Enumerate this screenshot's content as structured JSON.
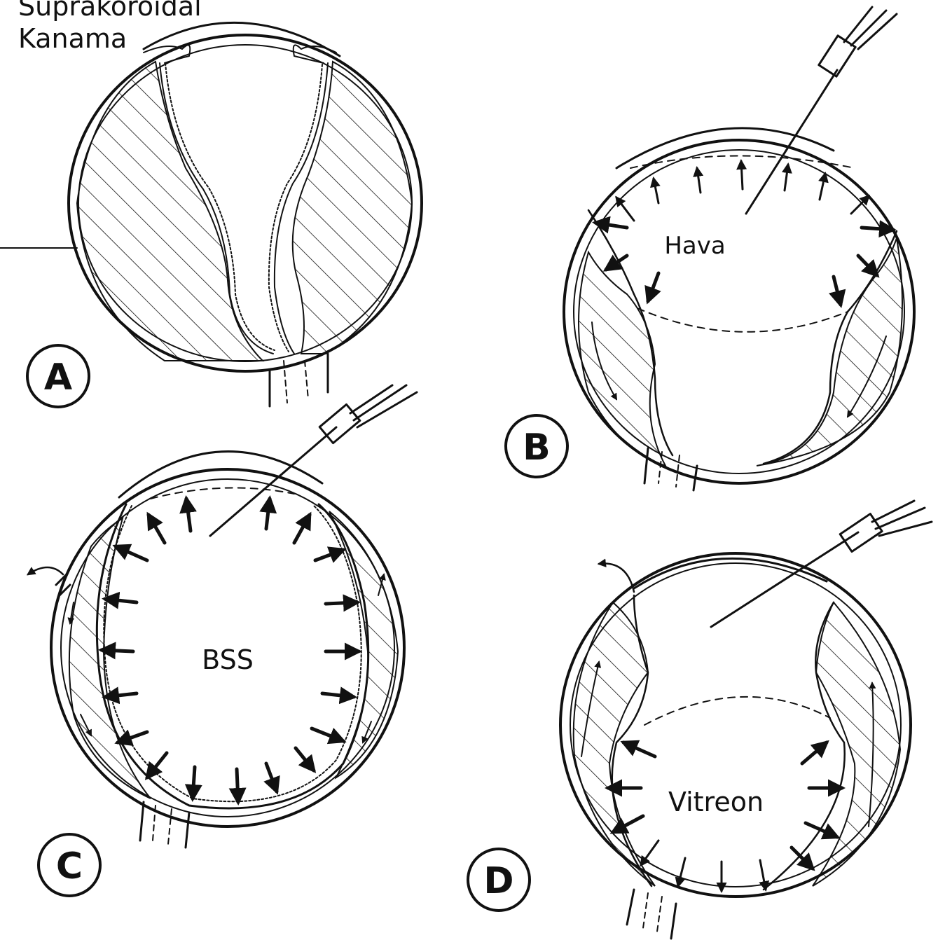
{
  "header_label": {
    "line1": "Suprakoroidal",
    "line2": "Kanama"
  },
  "panels": [
    {
      "id": "A",
      "letter": "A",
      "fluid_label": ""
    },
    {
      "id": "B",
      "letter": "B",
      "fluid_label": "Hava"
    },
    {
      "id": "C",
      "letter": "C",
      "fluid_label": "BSS"
    },
    {
      "id": "D",
      "letter": "D",
      "fluid_label": "Vitreon"
    }
  ],
  "colors": {
    "ink": "#111111",
    "background": "#ffffff"
  }
}
